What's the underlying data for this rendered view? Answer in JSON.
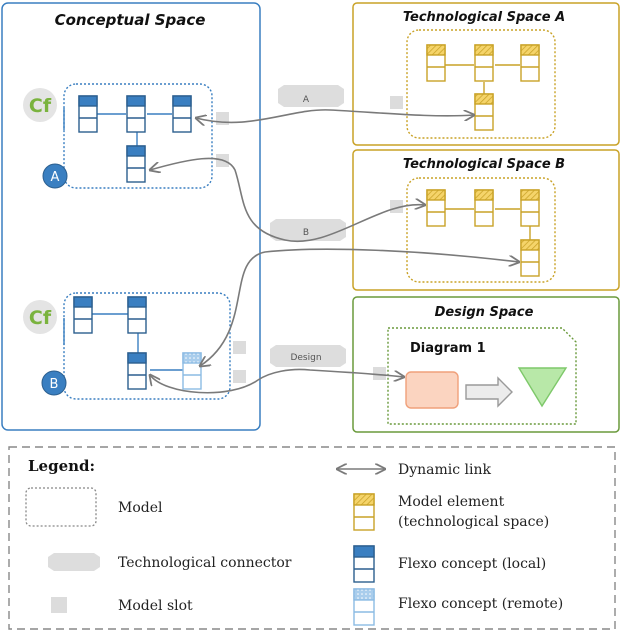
{
  "spaces": {
    "conceptual": "Conceptual Space",
    "tech_a": "Technological Space A",
    "tech_b": "Technological Space B",
    "design": "Design Space"
  },
  "diagram_label": "Diagram 1",
  "connectors": {
    "a": "A",
    "b": "B",
    "design": "Design"
  },
  "flexo_badges": {
    "logo": "Cf",
    "a": "A",
    "b": "B"
  },
  "legend": {
    "title": "Legend:",
    "model": "Model",
    "tech_connector": "Technological connector",
    "model_slot": "Model slot",
    "dynamic_link": "Dynamic link",
    "model_element_line1": "Model element",
    "model_element_line2": "(technological space)",
    "flexo_local": "Flexo concept  (local)",
    "flexo_remote": "Flexo concept  (remote)"
  },
  "colors": {
    "conceptual": "#3a7fc1",
    "tech": "#c9a227",
    "design": "#6a9a3c",
    "link": "#7a7a7a"
  }
}
